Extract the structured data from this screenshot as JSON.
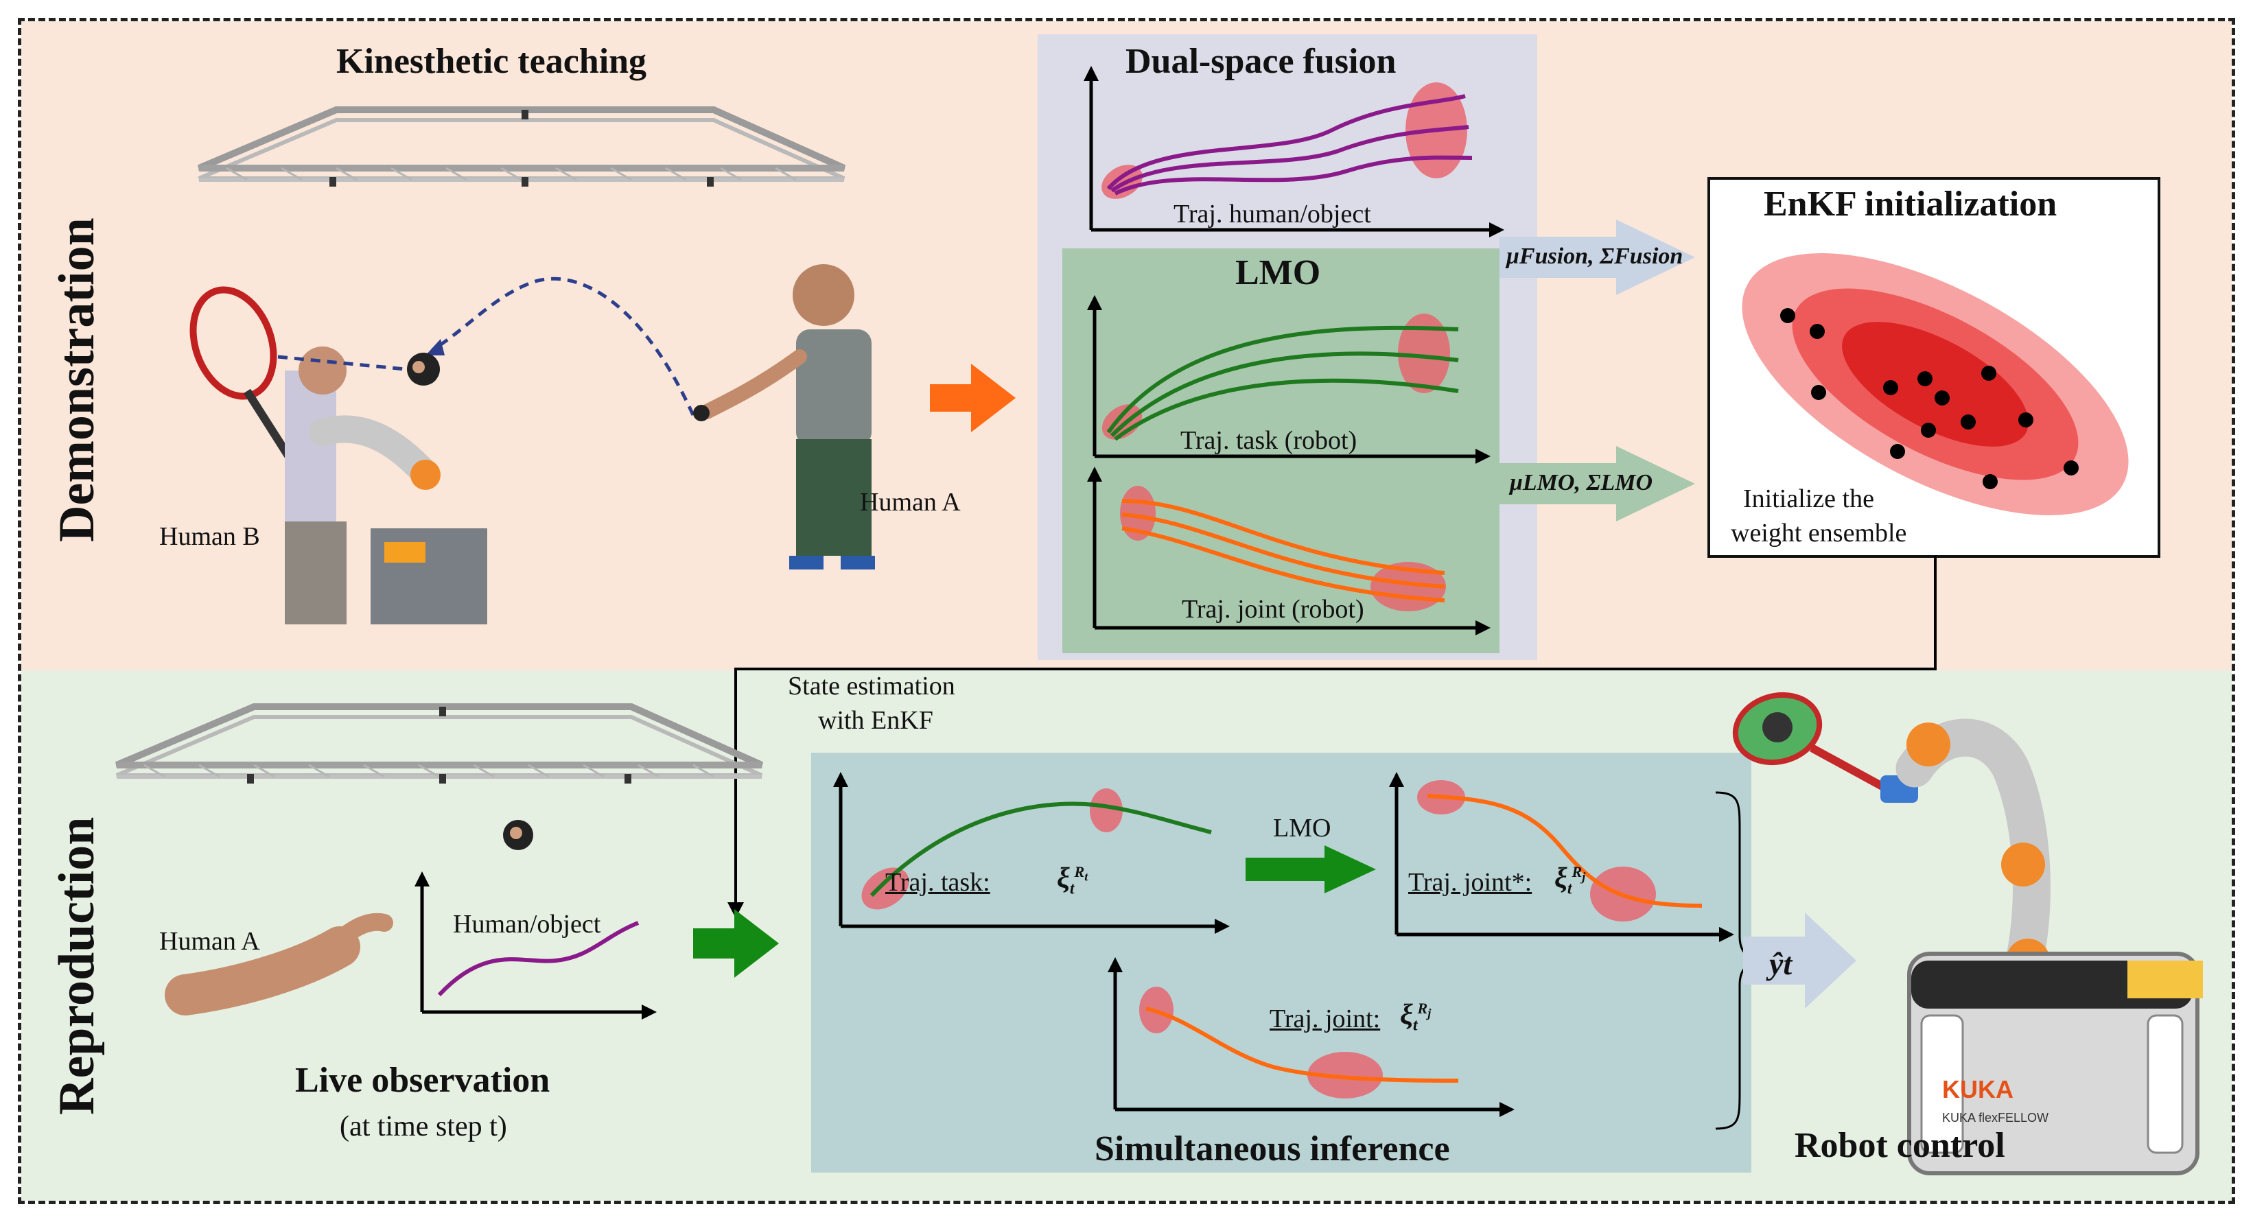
{
  "sections": {
    "demonstration": "Demonstration",
    "reproduction": "Reproduction"
  },
  "demo": {
    "title": "Kinesthetic teaching",
    "human_a": "Human A",
    "human_b": "Human B"
  },
  "fusion": {
    "title": "Dual-space fusion",
    "traj_label": "Traj. human/object",
    "output_label": "μFusion, ΣFusion"
  },
  "lmo": {
    "title": "LMO",
    "task_label": "Traj. task (robot)",
    "joint_label": "Traj. joint (robot)",
    "output_label": "μLMO, ΣLMO"
  },
  "enkf": {
    "title": "EnKF initialization",
    "caption_line1": "Initialize the",
    "caption_line2": "weight ensemble"
  },
  "repro": {
    "state_est_line1": "State estimation",
    "state_est_line2": "with EnKF",
    "human_a": "Human A",
    "human_object": "Human/object",
    "live_obs": "Live observation",
    "time_step": "(at time step t)"
  },
  "inference": {
    "title": "Simultaneous inference",
    "task": "Traj. task:",
    "lmo": "LMO",
    "joint_star": "Traj. joint*:",
    "joint": "Traj. joint:",
    "output": "ŷt"
  },
  "robot": {
    "title": "Robot control",
    "brand": "KUKA",
    "model": "KUKA flexFELLOW"
  },
  "colors": {
    "purple": "#8a1a8a",
    "green": "#1f7a1f",
    "orange": "#ff6a10",
    "red_blob": "#e8606a",
    "arrow_orange": "#ff6a14",
    "arrow_green": "#138a13",
    "arrow_grey": "#c8d4e4"
  }
}
